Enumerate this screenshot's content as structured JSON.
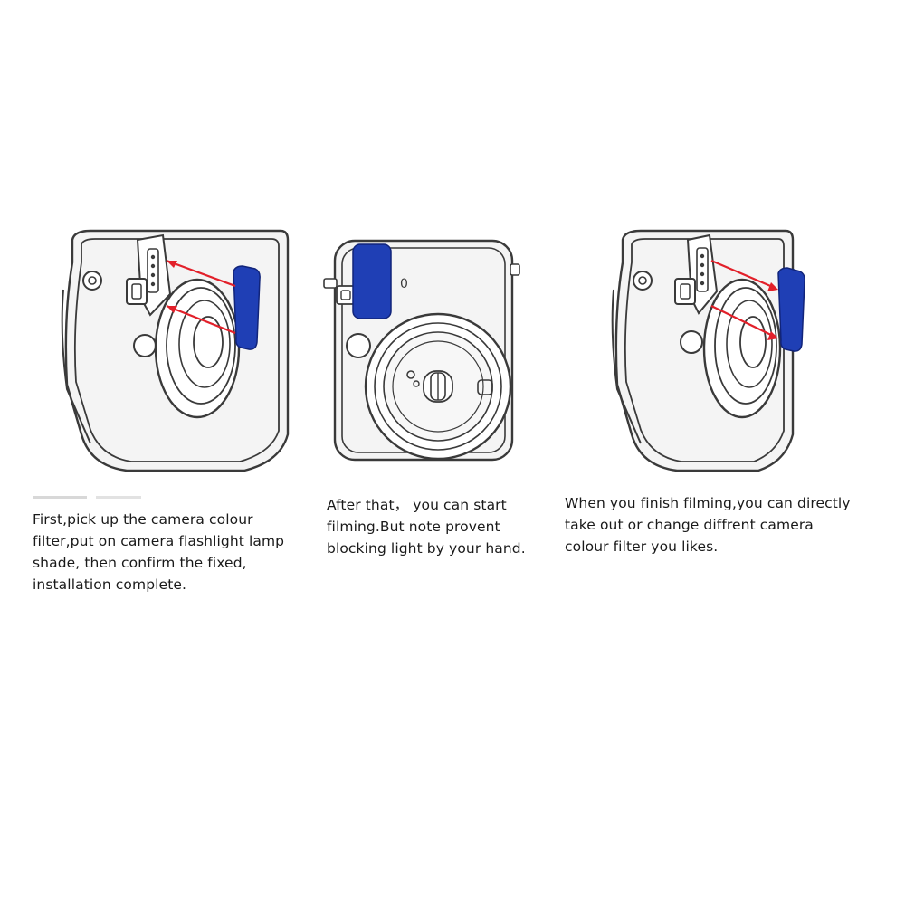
{
  "colors": {
    "filter_blue": "#1f3fb5",
    "arrow_red": "#e2202a",
    "camera_fill": "#f4f4f4",
    "outline": "#3a3a3a"
  },
  "steps": [
    {
      "icon": "camera-side-with-filter-icon",
      "caption_lines": [
        "First,pick up the camera colour",
        "filter,put on camera flashlight lamp",
        "shade, then confirm the fixed,",
        "installation complete."
      ]
    },
    {
      "icon": "camera-front-with-filter-icon",
      "caption_lines": [
        "After that， you can start",
        "filming.But note provent",
        "blocking light by your hand."
      ]
    },
    {
      "icon": "camera-side-filter-removed-icon",
      "caption_lines": [
        "When you finish filming,you can directly",
        "take out or change diffrent camera",
        "colour filter you likes."
      ]
    }
  ]
}
